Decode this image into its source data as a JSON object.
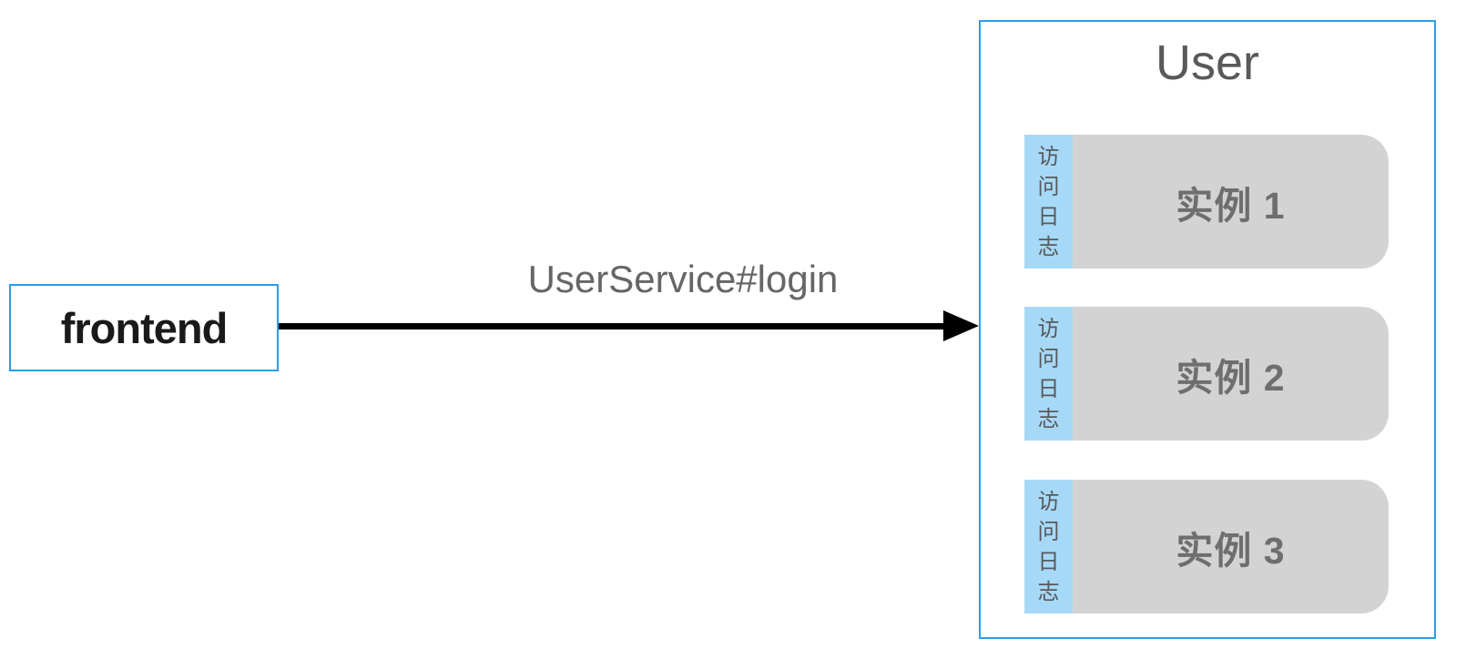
{
  "diagram": {
    "frontend_label": "frontend",
    "arrow_label": "UserService#login",
    "user": {
      "title": "User",
      "instances": [
        {
          "sidebar": "访问日志",
          "label": "实例 1"
        },
        {
          "sidebar": "访问日志",
          "label": "实例 2"
        },
        {
          "sidebar": "访问日志",
          "label": "实例 3"
        }
      ]
    },
    "colors": {
      "node_border_blue": "#2A9FE8",
      "tab_blue": "#A6D9F7",
      "instance_gray": "#D3D3D3",
      "label_gray": "#666666",
      "arrow_black": "#000000"
    }
  }
}
